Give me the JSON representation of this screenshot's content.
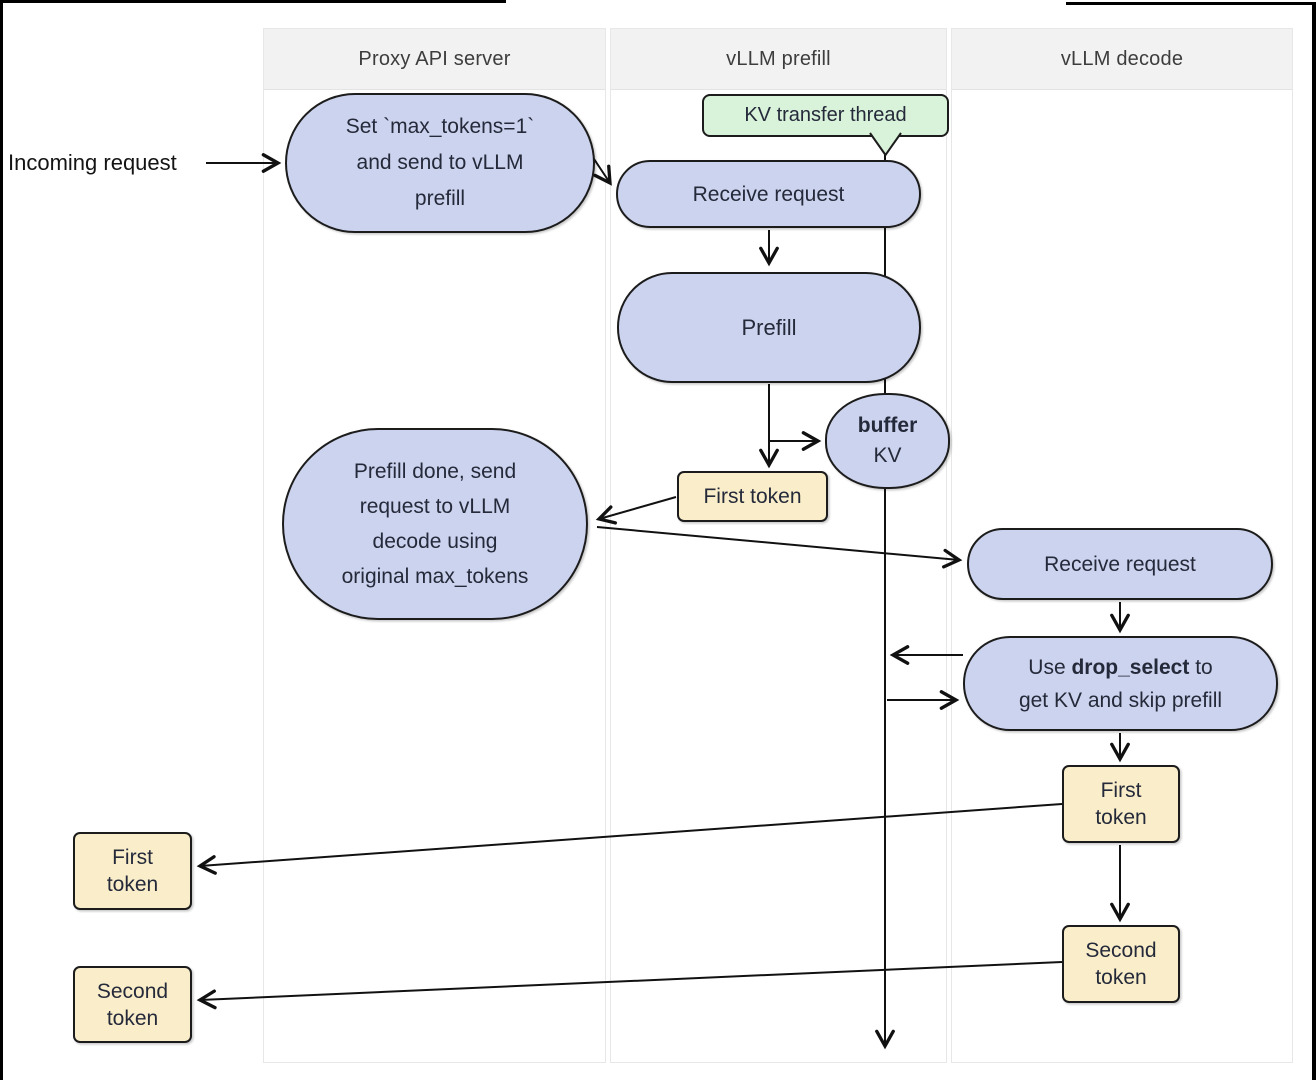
{
  "columns": [
    {
      "label": "Proxy API server"
    },
    {
      "label": "vLLM prefill"
    },
    {
      "label": "vLLM decode"
    }
  ],
  "labels": {
    "incoming_request": "Incoming request"
  },
  "nodes": {
    "set_max_tokens": {
      "lines": [
        "Set `max_tokens=1`",
        "and send to vLLM",
        "prefill"
      ]
    },
    "kv_thread": {
      "label": "KV transfer thread"
    },
    "receive_prefill": {
      "label": "Receive request"
    },
    "prefill": {
      "label": "Prefill"
    },
    "buffer_kv": {
      "bold": "buffer",
      "rest": "KV"
    },
    "first_token_prefill": {
      "label": "First token"
    },
    "prefill_done": {
      "lines": [
        "Prefill done, send",
        "request to vLLM",
        "decode using",
        "original max_tokens"
      ]
    },
    "receive_decode": {
      "label": "Receive request"
    },
    "drop_select": {
      "line1_prefix": "Use ",
      "line1_bold": "drop_select",
      "line1_suffix": " to",
      "line2": "get KV and skip prefill"
    },
    "first_token_decode": {
      "line1": "First",
      "line2": "token"
    },
    "second_token_decode": {
      "line1": "Second",
      "line2": "token"
    },
    "first_token_left": {
      "line1": "First",
      "line2": "token"
    },
    "second_token_left": {
      "line1": "Second",
      "line2": "token"
    }
  },
  "colors": {
    "node_fill": "#ccd3ee",
    "token_fill": "#faeeca",
    "thread_fill": "#d9f2da",
    "node_border": "#1c1c1c",
    "header_bg": "#f2f2f3",
    "panel_border": "#e7e7e7",
    "text": "#252a3a",
    "line": "#111111",
    "page_bg": "#ffffff",
    "frame": "#000000"
  }
}
